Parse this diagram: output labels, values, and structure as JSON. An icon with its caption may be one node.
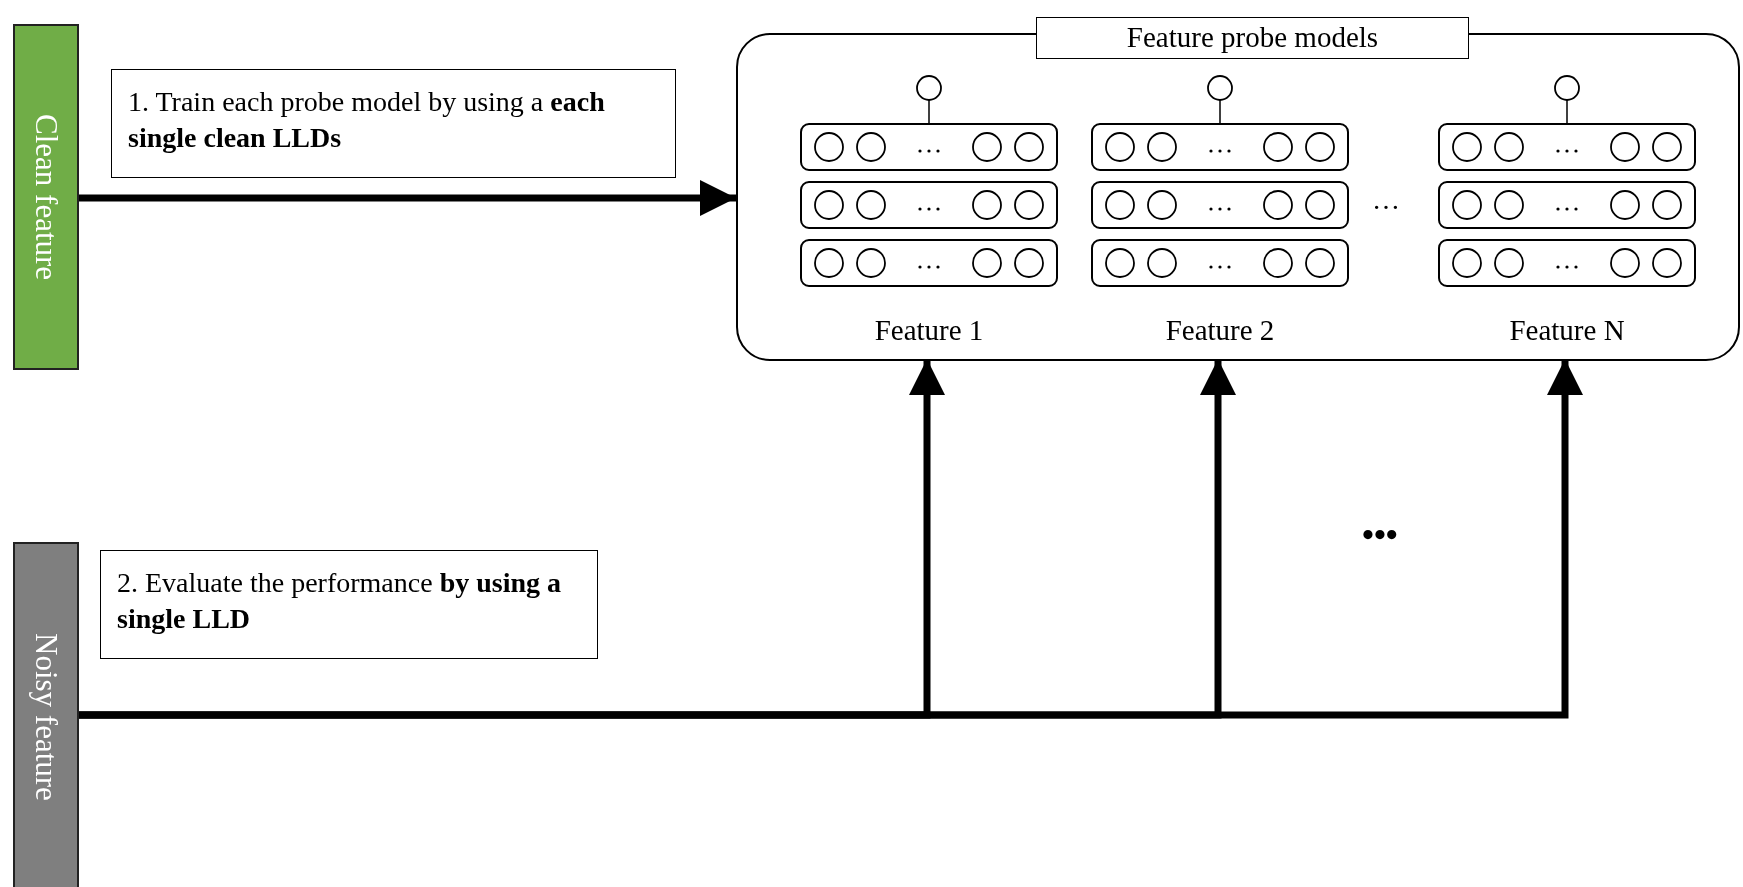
{
  "diagram": {
    "nodes": [
      {
        "text": [
          "Clean feature"
        ]
      },
      {
        "text": [
          "1. Train each probe model by using a **each single clean LLDs**"
        ]
      },
      {
        "text": [
          "Feature probe models"
        ]
      },
      {
        "text": [
          "Feature 1"
        ],
        "in": 2
      },
      {
        "text": [
          "Feature 2"
        ],
        "in": 2
      },
      {
        "text": [
          "Feature N"
        ],
        "in": 2
      },
      {
        "text": [
          "Noisy feature"
        ]
      },
      {
        "text": [
          "2. Evaluate the performance **by using a single LLD**"
        ]
      }
    ],
    "edges": [
      {
        "from": 0,
        "to": 2,
        "arrow": "to"
      },
      {
        "from": 6,
        "to": 3,
        "arrow": "to"
      },
      {
        "from": 6,
        "to": 4,
        "arrow": "to"
      },
      {
        "from": 6,
        "to": 5,
        "arrow": "to"
      }
    ],
    "labels": [
      "…",
      "•••"
    ]
  }
}
